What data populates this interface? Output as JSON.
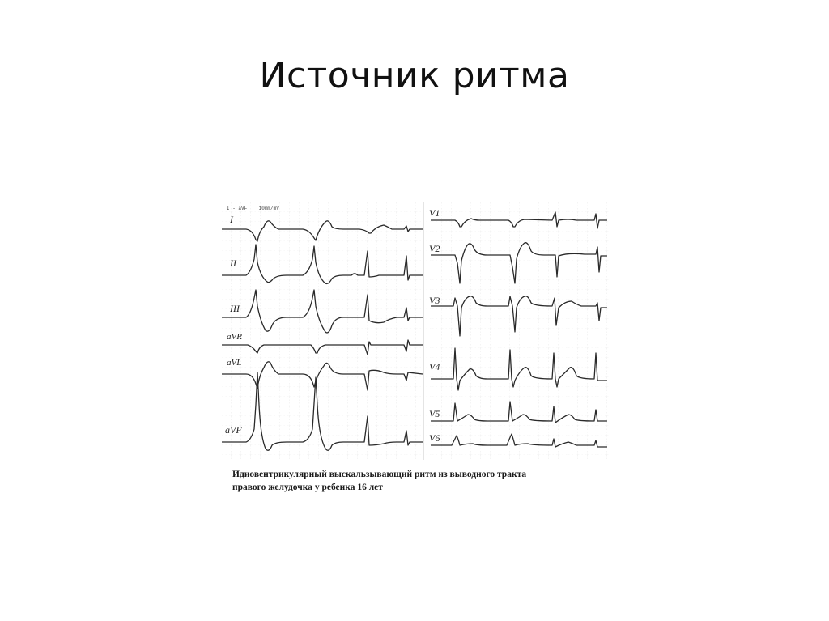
{
  "slide": {
    "title": "Источник ритма"
  },
  "figure": {
    "header": {
      "leads": "I - aVF",
      "calibration": "10mm/mV"
    },
    "left_panel": {
      "leads": [
        {
          "label": "I"
        },
        {
          "label": "II"
        },
        {
          "label": "III"
        },
        {
          "label": "aVR"
        },
        {
          "label": "aVL"
        },
        {
          "label": "aVF"
        }
      ]
    },
    "right_panel": {
      "leads": [
        {
          "label": "V1"
        },
        {
          "label": "V2"
        },
        {
          "label": "V3"
        },
        {
          "label": "V4"
        },
        {
          "label": "V5"
        },
        {
          "label": "V6"
        }
      ]
    },
    "caption": {
      "line1": "Идиовентрикулярный выскальзывающий ритм из выводного тракта",
      "line2": "правого желудочка у ребенка 16 лет"
    },
    "colors": {
      "trace": "#2a2a2a",
      "grid": "#d8d8d8",
      "background": "#ffffff"
    }
  }
}
